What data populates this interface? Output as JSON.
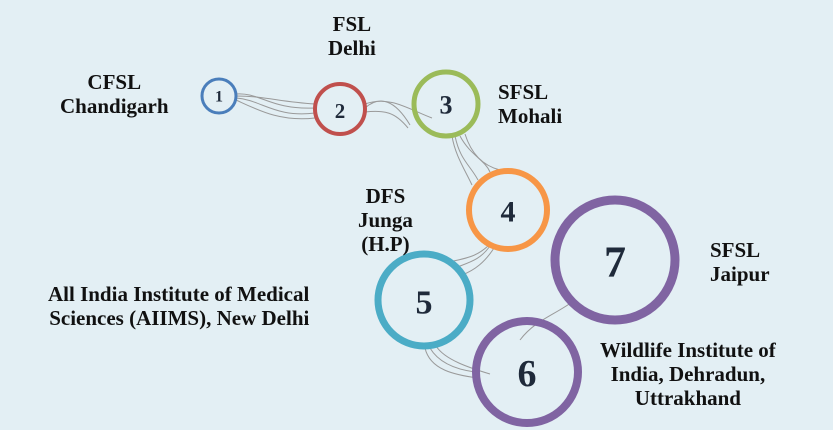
{
  "nodes": [
    {
      "number": "1",
      "label": "CFSL\nChandigarh",
      "color": "#4a7ebb"
    },
    {
      "number": "2",
      "label": "FSL\nDelhi",
      "color": "#c0504d"
    },
    {
      "number": "3",
      "label": "SFSL\nMohali",
      "color": "#9bbb59"
    },
    {
      "number": "4",
      "label": "DFS\nJunga\n(H.P)",
      "color": "#f79646"
    },
    {
      "number": "5",
      "label": "All India Institute of Medical\nSciences (AIIMS), New Delhi",
      "color": "#4bacc6"
    },
    {
      "number": "6",
      "label": "Wildlife Institute of\nIndia, Dehradun,\nUttrakhand",
      "color": "#8064a2"
    },
    {
      "number": "7",
      "label": "SFSL\nJaipur",
      "color": "#8064a2"
    }
  ]
}
